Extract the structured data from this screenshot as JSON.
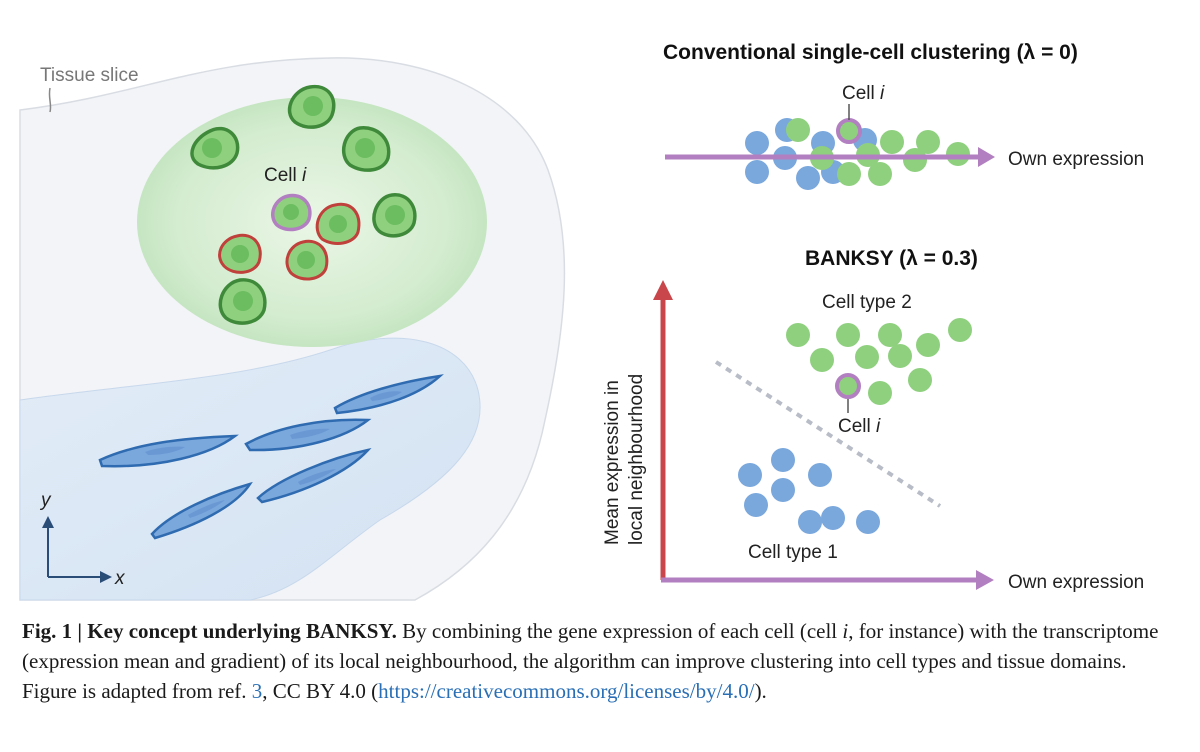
{
  "left_panel": {
    "tissue_label": "Tissue slice",
    "cell_label": "Cell ",
    "cell_label_italic": "i",
    "axis_y": "y",
    "axis_x": "x"
  },
  "top_panel": {
    "title": "Conventional single-cell clustering (λ = 0)",
    "cell_label": "Cell ",
    "cell_label_italic": "i",
    "axis_label": "Own expression"
  },
  "bottom_panel": {
    "title": "BANKSY (λ = 0.3)",
    "cell_type_2": "Cell type 2",
    "cell_type_1": "Cell type 1",
    "cell_label": "Cell ",
    "cell_label_italic": "i",
    "y_axis_line1": "Mean expression in",
    "y_axis_line2": "local neighbourhood",
    "x_axis_label": "Own expression"
  },
  "colors": {
    "green_cell": "#8fd07f",
    "blue_cell": "#7aa7dc",
    "purple": "#b27fc0",
    "red_axis": "#c9474b",
    "dark_green_border": "#3f8a3a",
    "red_border": "#c0403c"
  },
  "caption": {
    "fig_label": "Fig. 1 | Key concept underlying BANKSY.",
    "text1": " By combining the gene expression of each cell (cell ",
    "italic_i": "i",
    "text2": ", for instance) with the transcriptome (expression mean and gradient) of its local neighbourhood, the algorithm can improve clustering into cell types and tissue domains. Figure is adapted from ref. ",
    "ref_num": "3",
    "text3": ", CC BY 4.0 (",
    "url": "https://creativecommons.org/licenses/by/4.0/",
    "text4": ")."
  }
}
